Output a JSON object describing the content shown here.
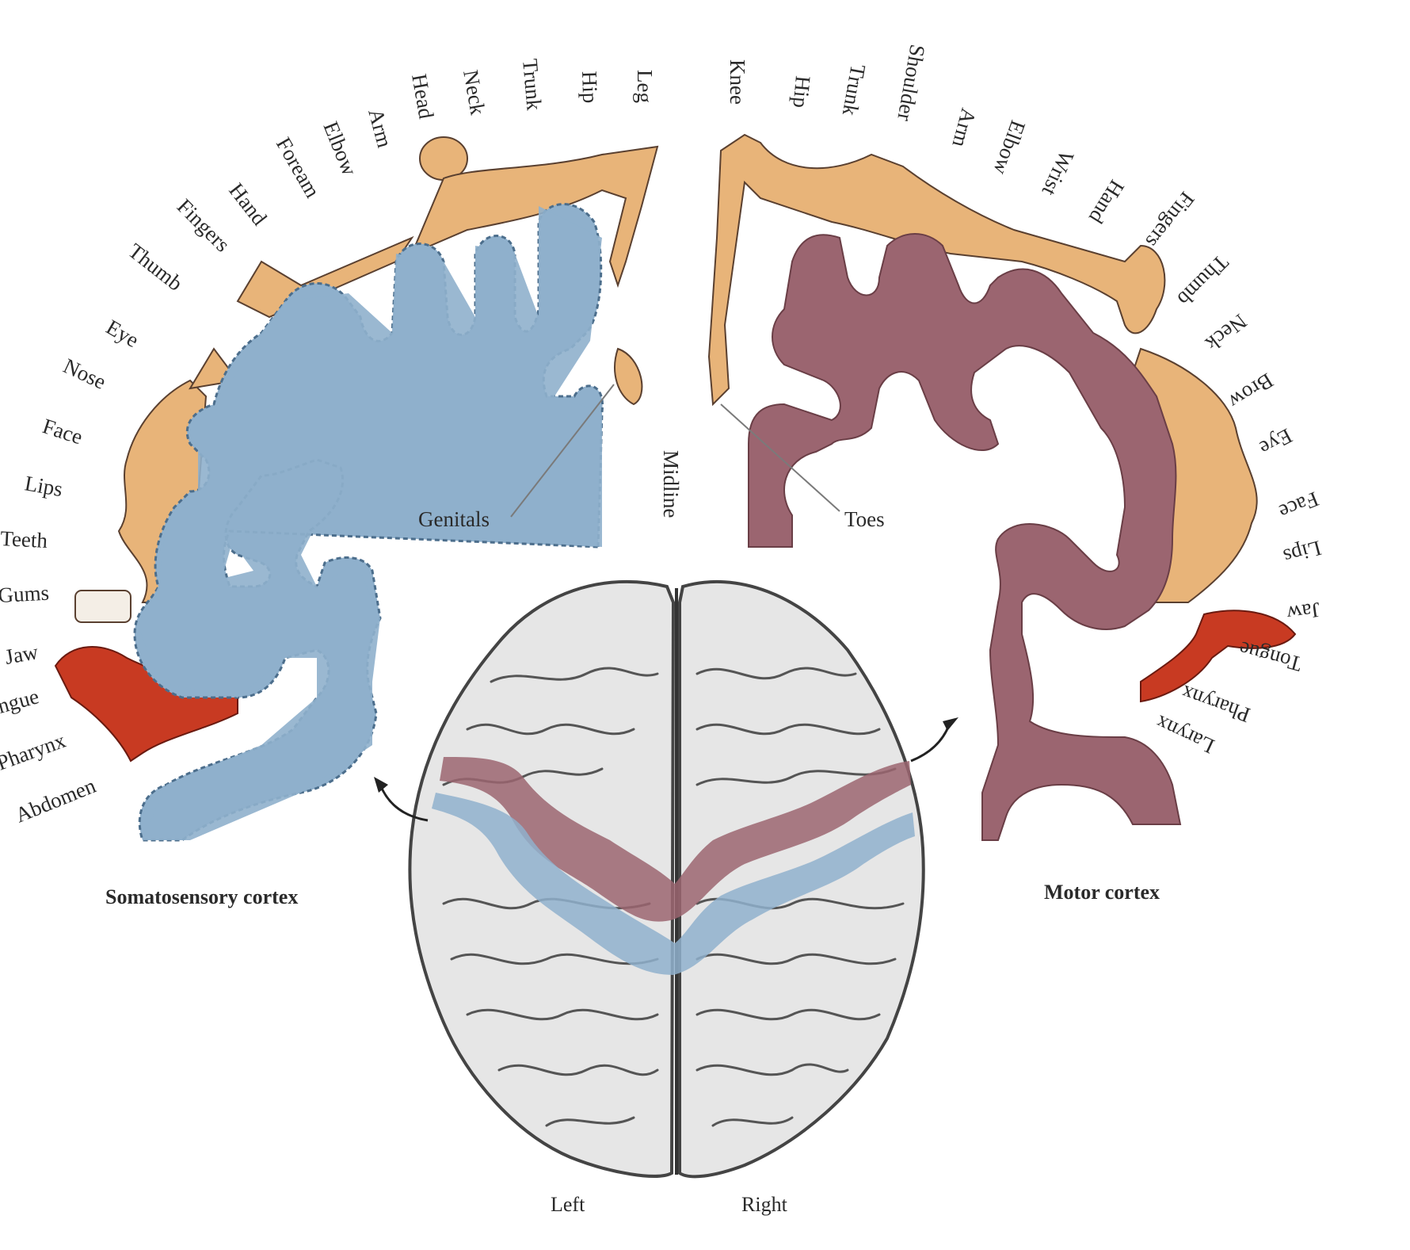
{
  "sensory": {
    "labels": [
      "Head",
      "Neck",
      "Trunk",
      "Hip",
      "Leg",
      "Arm",
      "Elbow",
      "Foream",
      "Hand",
      "Fingers",
      "Thumb",
      "Eye",
      "Nose",
      "Face",
      "Lips",
      "Teeth",
      "Gums",
      "Jaw",
      "ngue",
      "Pharynx",
      "Abdomen"
    ],
    "genitals": "Genitals",
    "caption": "Somatosensory cortex"
  },
  "motor": {
    "labels": [
      "Knee",
      "Hip",
      "Trunk",
      "Shoulder",
      "Arm",
      "Elbow",
      "Wrist",
      "Hand",
      "Fingers",
      "Thumb",
      "Neck",
      "Brow",
      "Eye",
      "Face",
      "Lips",
      "Jaw",
      "Tongue",
      "Pharynx",
      "Larynx"
    ],
    "toes": "Toes",
    "caption": "Motor cortex"
  },
  "midline": "Midline",
  "hemispheres": {
    "left": "Left",
    "right": "Right"
  },
  "colors": {
    "sensory_blue": "#8fb0cc",
    "motor_red": "#9b6570",
    "body_tan": "#e8b479",
    "mouth_red": "#c83a22",
    "brain_gray": "#e9e9e9"
  }
}
